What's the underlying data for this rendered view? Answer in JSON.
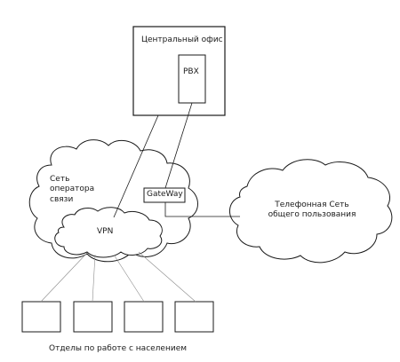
{
  "colors": {
    "stroke": "#1a1a1a",
    "light_stroke": "#8c8c8c",
    "background": "#ffffff"
  },
  "labels": {
    "central_office": "Центральный офис",
    "pbx": "PBX",
    "operator_network": "Сеть\nоператора\nсвязи",
    "gateway": "GateWay",
    "vpn": "VPN",
    "public_network": "Телефонная Сеть\nобщего пользования",
    "departments": "Отделы по работе с населением"
  },
  "department_count": 4
}
